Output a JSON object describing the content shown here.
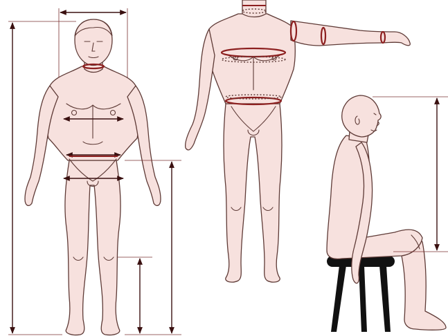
{
  "colors": {
    "skin": "#f7e1de",
    "outline": "#5e3a36",
    "measure": "#3a1010",
    "accent": "#8c1f1f",
    "stool": "#111111"
  },
  "figures": [
    {
      "name": "front-standing-figure"
    },
    {
      "name": "arm-raised-figure"
    },
    {
      "name": "seated-side-figure"
    }
  ],
  "measurements": [
    "height",
    "shoulder-width",
    "chest",
    "waist",
    "hip",
    "inseam",
    "knee-height",
    "neck",
    "upper-chest",
    "arm-length",
    "bicep",
    "wrist",
    "sitting-height"
  ]
}
